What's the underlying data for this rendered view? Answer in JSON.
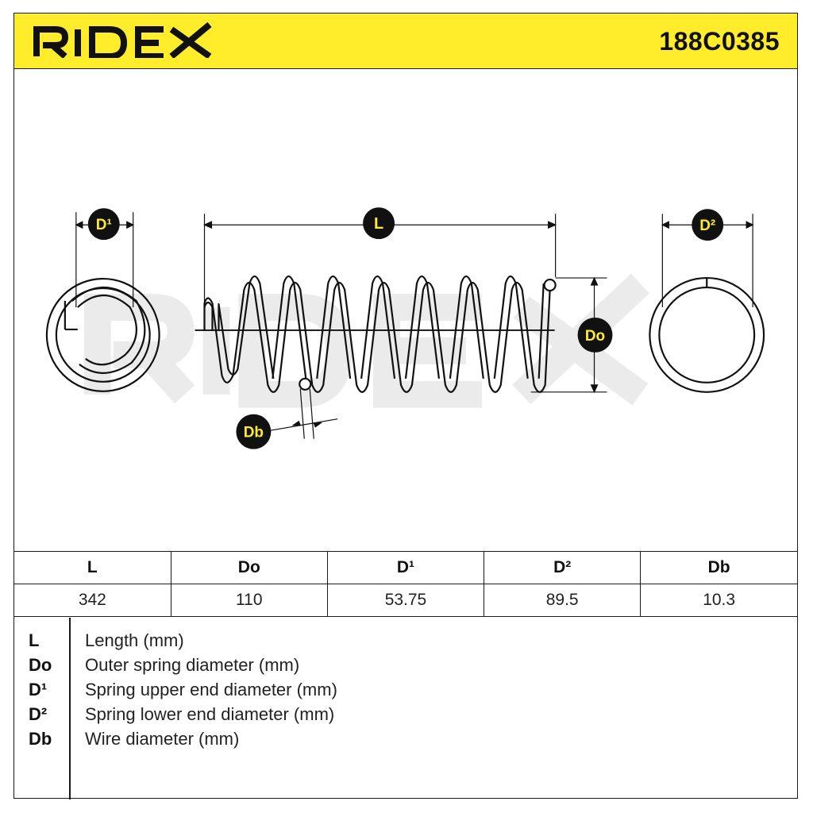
{
  "header": {
    "brand": "RIDEX",
    "part_number": "188C0385",
    "accent_color": "#ffec2b"
  },
  "diagram": {
    "labels": {
      "length": "L",
      "outer_diameter": "Do",
      "upper_end_diameter": "D¹",
      "lower_end_diameter": "D²",
      "wire_diameter": "Db"
    },
    "watermark": "RIDEX"
  },
  "table": {
    "headers": [
      "L",
      "Do",
      "D¹",
      "D²",
      "Db"
    ],
    "values": [
      "342",
      "110",
      "53.75",
      "89.5",
      "10.3"
    ]
  },
  "legend": [
    {
      "symbol": "L",
      "text": "Length (mm)"
    },
    {
      "symbol": "Do",
      "text": "Outer spring diameter (mm)"
    },
    {
      "symbol": "D¹",
      "text": "Spring upper end diameter (mm)"
    },
    {
      "symbol": "D²",
      "text": "Spring lower end diameter (mm)"
    },
    {
      "symbol": "Db",
      "text": "Wire diameter (mm)"
    }
  ]
}
